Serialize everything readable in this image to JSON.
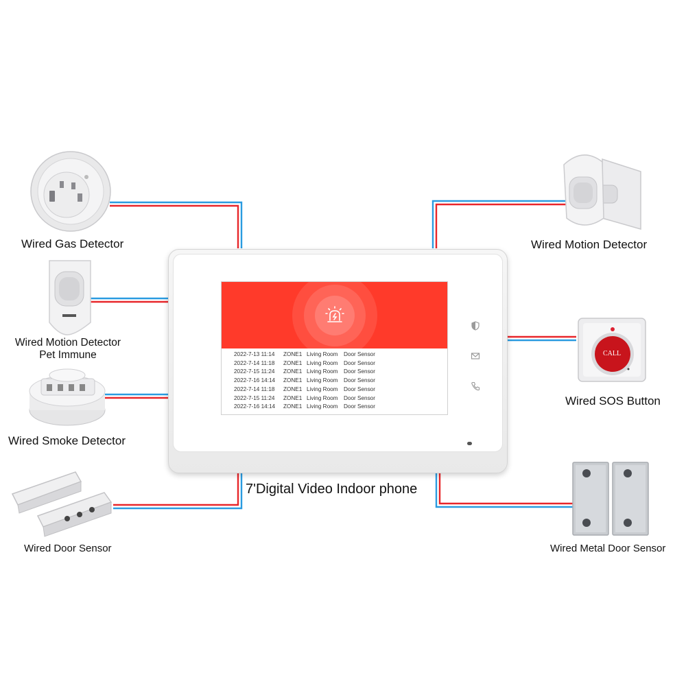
{
  "title": "7'Digital Video Indoor phone",
  "devices": {
    "gas_detector": "Wired Gas Detector",
    "motion_detector_pet_line1": "Wired Motion Detector",
    "motion_detector_pet_line2": "Pet Immune",
    "smoke_detector": "Wired Smoke Detector",
    "door_sensor": "Wired Door Sensor",
    "motion_detector": "Wired Motion Detector",
    "sos_button": "Wired SOS Button",
    "sos_button_face": "CALL",
    "metal_door_sensor": "Wired Metal Door Sensor"
  },
  "screen": {
    "log": [
      {
        "date": "2022-7-13 11:14",
        "zone": "ZONE1",
        "location": "Living Room",
        "sensor": "Door Sensor"
      },
      {
        "date": "2022-7-14 11:18",
        "zone": "ZONE1",
        "location": "Living Room",
        "sensor": "Door Sensor"
      },
      {
        "date": "2022-7-15 11:24",
        "zone": "ZONE1",
        "location": "Living Room",
        "sensor": "Door Sensor"
      },
      {
        "date": "2022-7-16 14:14",
        "zone": "ZONE1",
        "location": "Living Room",
        "sensor": "Door Sensor"
      },
      {
        "date": "2022-7-14 11:18",
        "zone": "ZONE1",
        "location": "Living Room",
        "sensor": "Door Sensor"
      },
      {
        "date": "2022-7-15 11:24",
        "zone": "ZONE1",
        "location": "Living Room",
        "sensor": "Door Sensor"
      },
      {
        "date": "2022-7-16 14:14",
        "zone": "ZONE1",
        "location": "Living Room",
        "sensor": "Door Sensor"
      }
    ],
    "side_icons": [
      "shield-icon",
      "mail-icon",
      "phone-icon"
    ],
    "alarm_icon": "alarm-siren-icon"
  },
  "colors": {
    "banner": "#ff3a2a",
    "wire_red": "#e8262a",
    "wire_blue": "#2a9be0"
  }
}
